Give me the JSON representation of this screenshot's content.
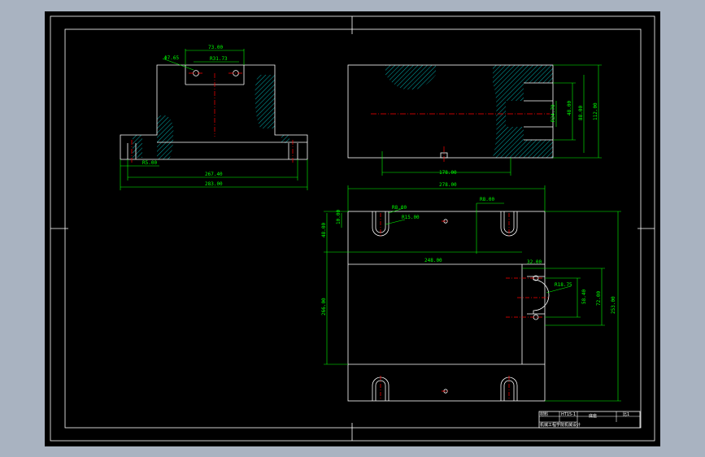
{
  "drawing": {
    "colors": {
      "background_outer": "#a9b3c1",
      "sheet": "#000000",
      "outline": "#ffffff",
      "dimension": "#00ff00",
      "centerline": "#ff0000",
      "hatch": "#00a0a0"
    },
    "front_view": {
      "dims": {
        "top_width": "73.00",
        "hole_dia": "Φ7.65",
        "slot_width": "R31.73",
        "small_left": "R5.00",
        "inner_length": "267.40",
        "overall_length": "283.00"
      }
    },
    "side_view": {
      "dims": {
        "bottom": "178.00",
        "h1": "R24.70",
        "h2": "48.00",
        "h3": "88.00",
        "h4": "112.00"
      }
    },
    "top_view": {
      "dims": {
        "overall_width": "278.00",
        "top_right": "R8.00",
        "slot_radius": "R8.00",
        "edge_offset": "R15.00",
        "left_small": "10.00",
        "left_height": "48.00",
        "inner_width": "248.00",
        "left_total": "266.00",
        "right_offset": "32.00",
        "inner_radius": "R18.75",
        "right_h1": "58.40",
        "right_h2": "72.00",
        "right_total": "253.00"
      }
    },
    "title_block": {
      "cells": [
        "材料",
        "HT15-1",
        "底座",
        "比1"
      ],
      "school": "机械工程学院机械设计"
    }
  }
}
